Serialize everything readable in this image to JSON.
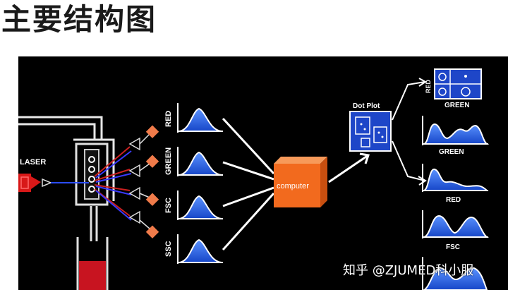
{
  "title": "主要结构图",
  "labels": {
    "laser": "LASER",
    "detectors": [
      "RED",
      "GREEN",
      "FSC",
      "SSC"
    ],
    "computer": "computer",
    "dot_plot": "Dot Plot",
    "outputs": [
      "GREEN",
      "GREEN",
      "RED",
      "FSC"
    ],
    "scatter_y": "RED"
  },
  "watermark": "知乎 @ZJUMED科小服",
  "colors": {
    "panel": "#000000",
    "peak": "#2a6cf0",
    "laser": "#d81818",
    "computer": "#f26a1e",
    "diamond": "#f07b4a",
    "lines": "#ffffff"
  }
}
